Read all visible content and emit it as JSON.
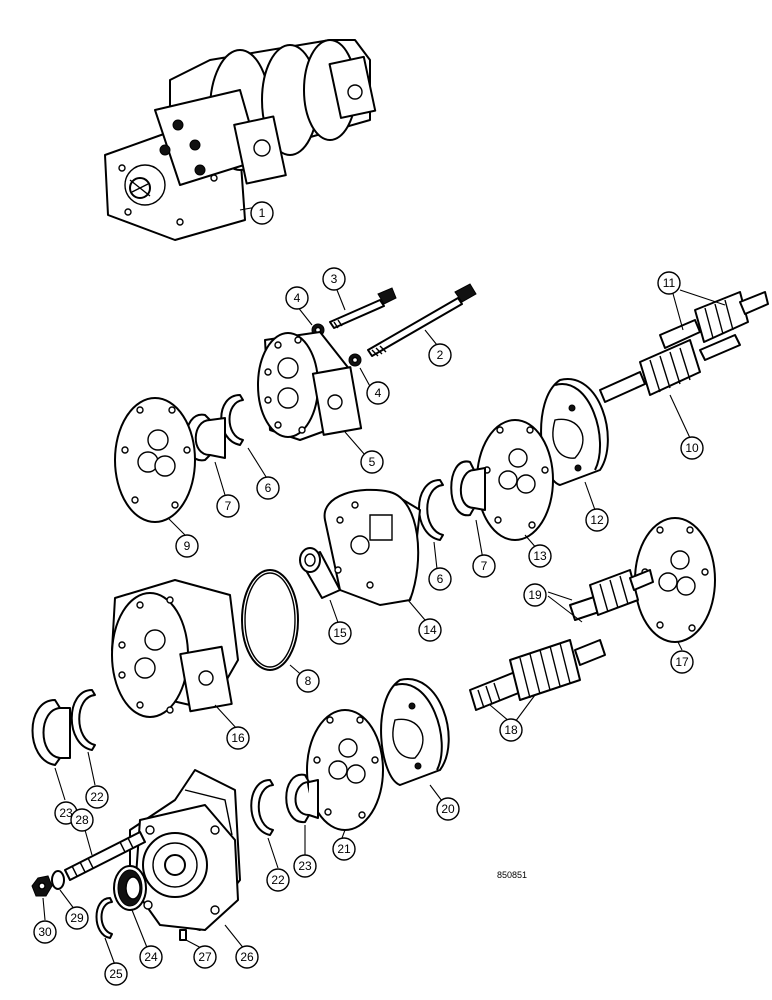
{
  "reference_code": "850851",
  "callouts": [
    "1",
    "2",
    "3",
    "4",
    "4",
    "5",
    "6",
    "7",
    "9",
    "10",
    "11",
    "12",
    "13",
    "6",
    "7",
    "14",
    "15",
    "8",
    "16",
    "17",
    "18",
    "19",
    "20",
    "21",
    "22",
    "23",
    "22",
    "23",
    "24",
    "25",
    "26",
    "27",
    "28",
    "29",
    "30"
  ]
}
